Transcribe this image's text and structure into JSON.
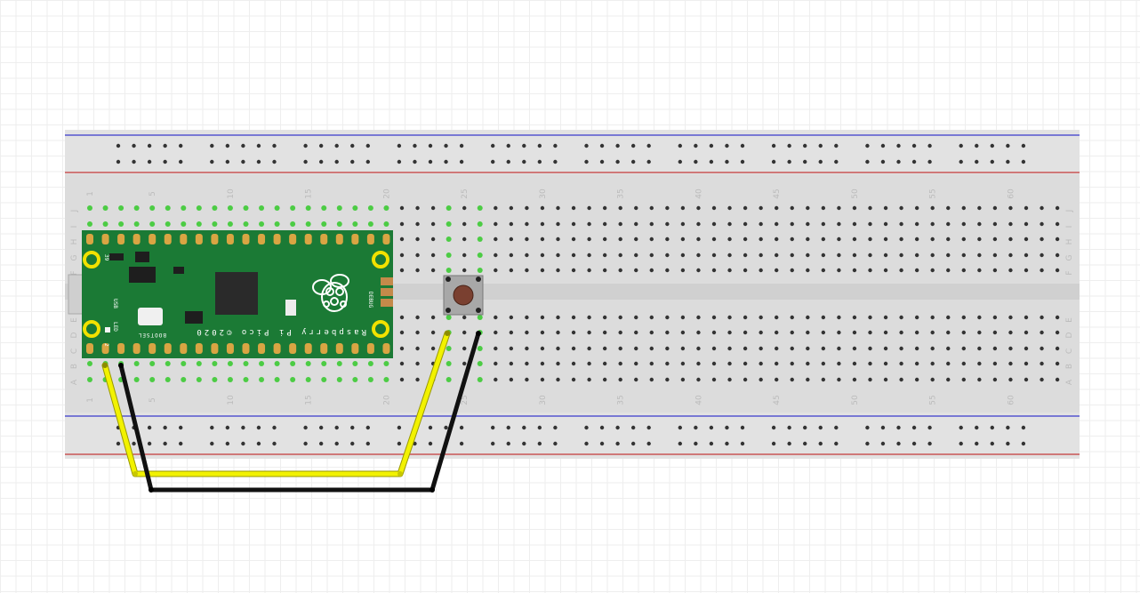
{
  "breadboard": {
    "column_labels": [
      "1",
      "5",
      "10",
      "15",
      "20",
      "25",
      "30",
      "35",
      "40",
      "45",
      "50",
      "55",
      "60"
    ],
    "row_labels_top": [
      "J",
      "I",
      "H",
      "G",
      "F"
    ],
    "row_labels_bottom": [
      "E",
      "D",
      "C",
      "B",
      "A"
    ],
    "colors": {
      "rail_blue": "#3a3acb",
      "rail_red": "#c43a3a",
      "connected": "#4ccc44",
      "hole": "#333333"
    }
  },
  "pico": {
    "silkscreen_name": "Raspberry Pi Pico ©2020",
    "usb_label": "USB",
    "led_label": "LED",
    "bootsel_label": "BOOTSEL",
    "debug_label": "DEBUG",
    "pin_label_top": "39",
    "pin_label_bottom": "2",
    "board_color": "#1b7a35"
  },
  "button": {
    "cap_color": "#7a4030"
  },
  "wires": {
    "yellow": "#f2f200",
    "black": "#111111"
  }
}
